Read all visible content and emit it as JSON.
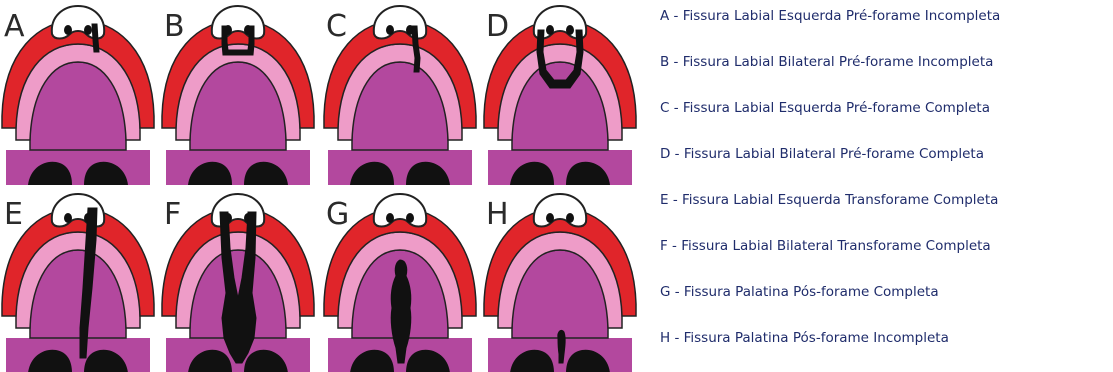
{
  "panels": [
    {
      "letter": "A",
      "cleft": "left-lip-incomplete"
    },
    {
      "letter": "B",
      "cleft": "bilateral-lip-incomplete"
    },
    {
      "letter": "C",
      "cleft": "left-lip-complete"
    },
    {
      "letter": "D",
      "cleft": "bilateral-lip-complete"
    },
    {
      "letter": "E",
      "cleft": "left-transforamen"
    },
    {
      "letter": "F",
      "cleft": "bilateral-transforamen"
    },
    {
      "letter": "G",
      "cleft": "palatal-complete"
    },
    {
      "letter": "H",
      "cleft": "palatal-incomplete"
    }
  ],
  "legend": [
    "A - Fissura Labial Esquerda Pré-forame Incompleta",
    "B - Fissura Labial Bilateral Pré-forame Incompleta",
    "C - Fissura Labial Esquerda Pré-forame Completa",
    "D - Fissura Labial Bilateral Pré-forame Completa",
    "E - Fissura Labial Esquerda Transforame Completa",
    "F - Fissura Labial Bilateral Transforame Completa",
    "G - Fissura Palatina Pós-forame Completa",
    "H - Fissura Palatina Pós-forame Incompleta"
  ],
  "colors": {
    "lip": "#e0252a",
    "gum": "#ee9cc8",
    "palate": "#b3489e",
    "nose": "#ffffff",
    "cleft": "#111111",
    "legend_text": "#1f2c6b"
  }
}
